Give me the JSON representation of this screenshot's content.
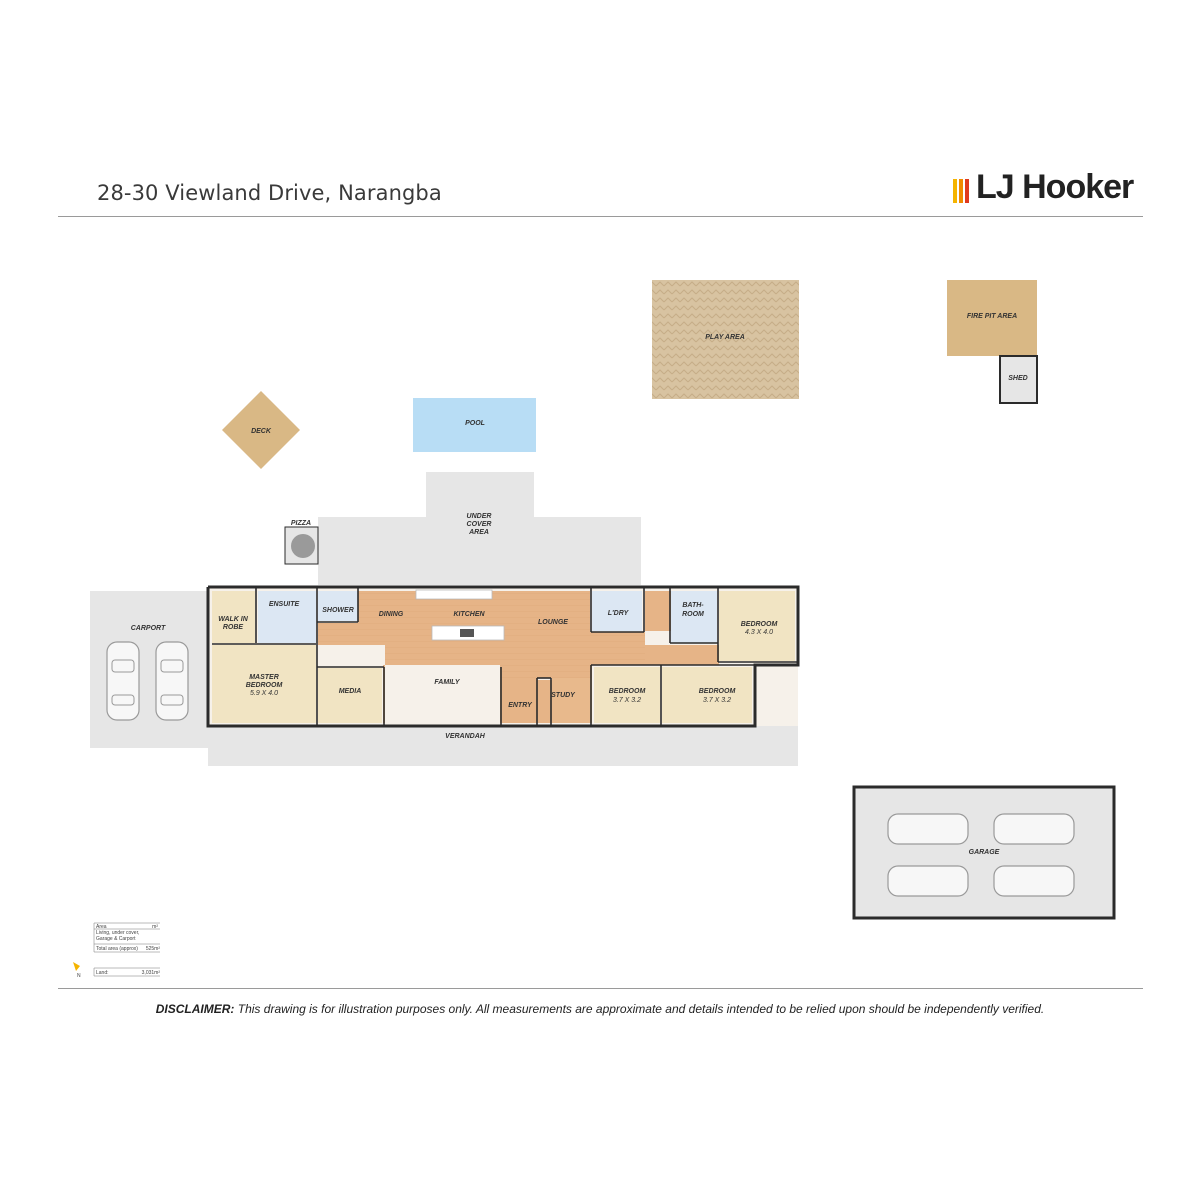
{
  "header": {
    "title": "28-30 Viewland Drive, Narangba",
    "brand": "LJ Hooker"
  },
  "rooms": {
    "play_area": "PLAY AREA",
    "fire_pit": "FIRE PIT AREA",
    "shed": "SHED",
    "deck": "DECK",
    "pool": "POOL",
    "under_cover": [
      "UNDER",
      "COVER",
      "AREA"
    ],
    "pizza": "PIZZA",
    "carport": "CARPORT",
    "walk_in_robe": [
      "WALK IN",
      "ROBE"
    ],
    "ensuite": "ENSUITE",
    "shower": "SHOWER",
    "dining": "DINING",
    "kitchen": "KITCHEN",
    "lounge": "LOUNGE",
    "laundry": "L'DRY",
    "bathroom": [
      "BATH-",
      "ROOM"
    ],
    "bedroom_4": {
      "name": "BEDROOM",
      "size": "4.3 X 4.0"
    },
    "master_bedroom": {
      "name": [
        "MASTER",
        "BEDROOM"
      ],
      "size": "5.9 X 4.0"
    },
    "media": "MEDIA",
    "family": "FAMILY",
    "entry": "ENTRY",
    "study": "STUDY",
    "bedroom_2": {
      "name": "BEDROOM",
      "size": "3.7 X 3.2"
    },
    "bedroom_3": {
      "name": "BEDROOM",
      "size": "3.7 X 3.2"
    },
    "verandah": "VERANDAH",
    "garage": "GARAGE"
  },
  "area_table": {
    "header_label": "Area",
    "header_unit": "m²",
    "row1": [
      "Living, under cover,",
      "Garage & Carport"
    ],
    "total_label": "Total area (approx)",
    "total_value": "525m²",
    "land_label": "Land:",
    "land_value": "3,031m²"
  },
  "compass": {
    "label": "N"
  },
  "disclaimer": {
    "label": "DISCLAIMER:",
    "text": "This drawing is for illustration purposes only. All measurements are approximate and details intended to be relied upon should be independently verified."
  },
  "colors": {
    "timber_floor": "#e8b98c",
    "carpet": "#f1e4c3",
    "tile": "#dce7f3",
    "pool": "#b8ddf5",
    "deck": "#d9b885",
    "play_area": "#d9c4a3",
    "concrete": "#e6e6e6",
    "wall": "#2b2b2b",
    "brand_yellow": "#f5b400",
    "brand_red": "#e03a1e"
  }
}
